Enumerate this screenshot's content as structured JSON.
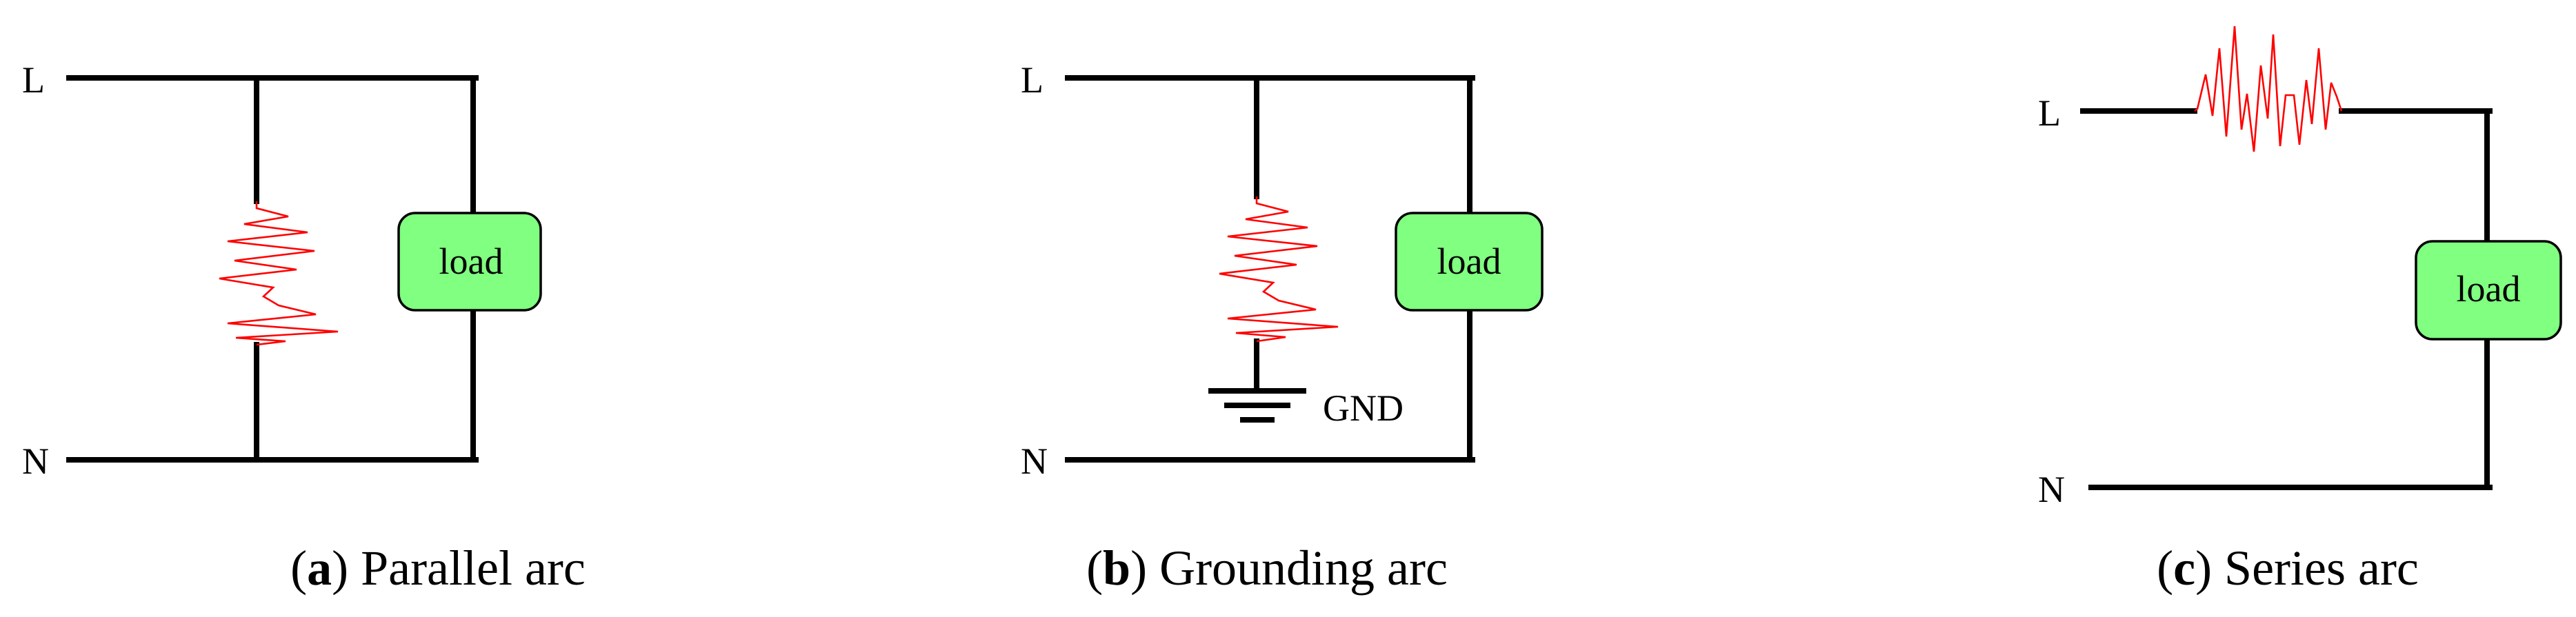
{
  "colors": {
    "wire": "#000000",
    "arc": "#ff0000",
    "load_fill": "#80ff80"
  },
  "panels": [
    {
      "terminal_live": "L",
      "terminal_neutral": "N",
      "load_label": "load",
      "caption_open": "(",
      "caption_letter": "a",
      "caption_rest": ") Parallel arc"
    },
    {
      "terminal_live": "L",
      "terminal_neutral": "N",
      "load_label": "load",
      "ground_label": "GND",
      "caption_open": "(",
      "caption_letter": "b",
      "caption_rest": ") Grounding arc"
    },
    {
      "terminal_live": "L",
      "terminal_neutral": "N",
      "load_label": "load",
      "caption_open": "(",
      "caption_letter": "c",
      "caption_rest": ") Series arc"
    }
  ]
}
